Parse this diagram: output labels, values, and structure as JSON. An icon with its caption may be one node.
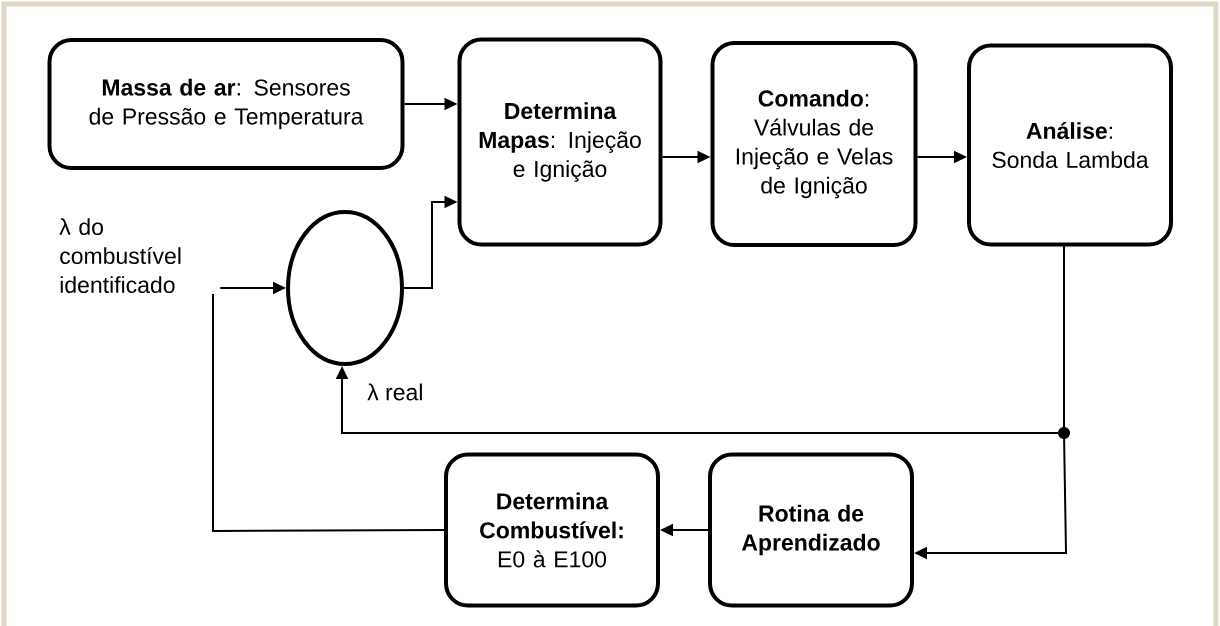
{
  "diagram": {
    "nodes": [
      {
        "text": [
          "**Massa de ar**: Sensores de Pressão e Temperatura"
        ]
      },
      {
        "text": [
          "**Determina Mapas**: Injeção e Ignição"
        ]
      },
      {
        "text": [
          "**Comando**: Válvulas de Injeção e Velas de Ignição"
        ]
      },
      {
        "text": [
          "**Análise**: Sonda Lambda"
        ]
      },
      {
        "text": [],
        "shape": "circle"
      },
      {
        "text": [
          "**Determina Combustível:** E0 à E100"
        ]
      },
      {
        "text": [
          "Rotina de Aprendizado"
        ]
      }
    ],
    "edges": [
      {
        "from": 0,
        "to": 1,
        "arrow": "to"
      },
      {
        "from": 1,
        "to": 2,
        "arrow": "to"
      },
      {
        "from": 2,
        "to": 3,
        "arrow": "to"
      },
      {
        "from": 4,
        "to": 1,
        "arrow": "to"
      },
      {
        "from": 5,
        "to": 4,
        "arrow": "to",
        "label": "λ do combustível identificado"
      },
      {
        "from": 3,
        "to": 4,
        "arrow": "to",
        "label": "λ real"
      },
      {
        "from": 3,
        "to": 6,
        "arrow": "to"
      },
      {
        "from": 6,
        "to": 5,
        "arrow": "to"
      }
    ]
  }
}
